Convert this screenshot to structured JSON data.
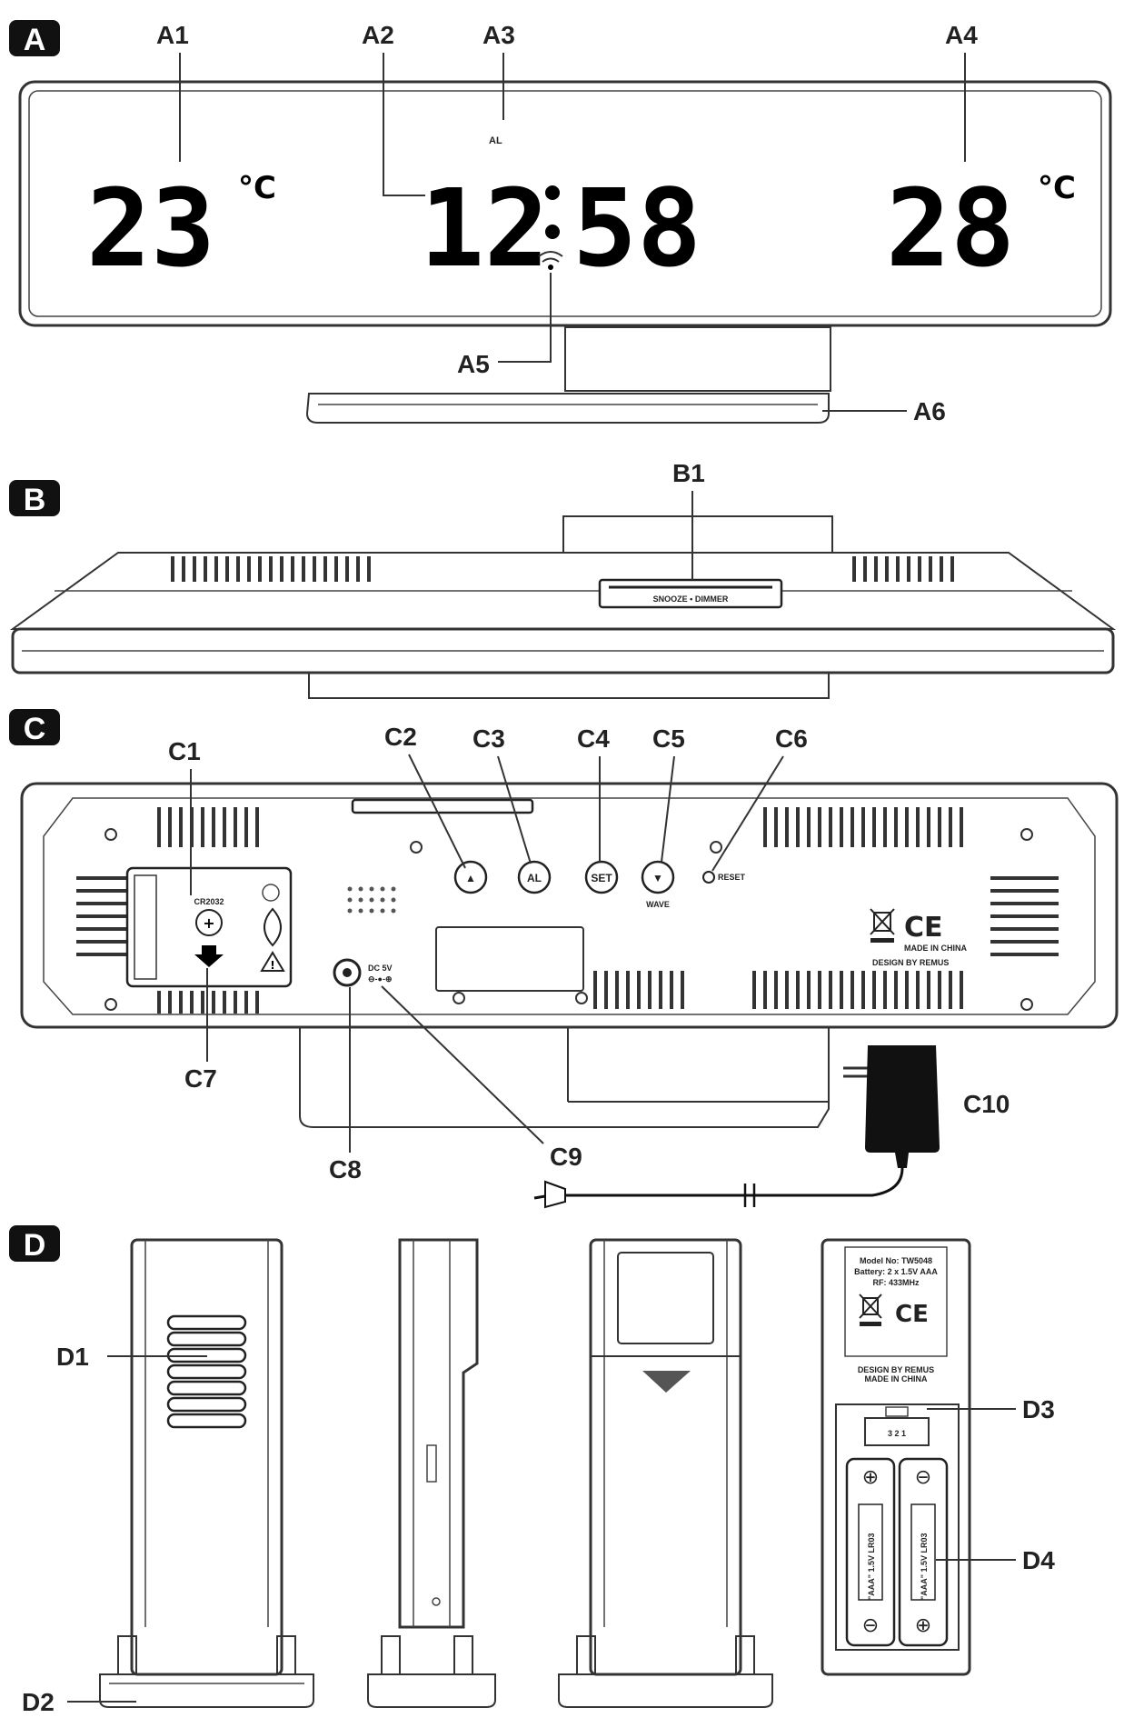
{
  "sections": {
    "a": "A",
    "b": "B",
    "c": "C",
    "d": "D"
  },
  "display": {
    "indoor_temp": "23",
    "indoor_unit": "°C",
    "time_hours": "12",
    "time_minutes": "58",
    "alarm_indicator": "AL",
    "outdoor_temp": "28",
    "outdoor_unit": "°C"
  },
  "callouts": {
    "a1": "A1",
    "a2": "A2",
    "a3": "A3",
    "a4": "A4",
    "a5": "A5",
    "a6": "A6",
    "b1": "B1",
    "c1": "C1",
    "c2": "C2",
    "c3": "C3",
    "c4": "C4",
    "c5": "C5",
    "c6": "C6",
    "c7": "C7",
    "c8": "C8",
    "c9": "C9",
    "c10": "C10",
    "d1": "D1",
    "d2": "D2",
    "d3": "D3",
    "d4": "D4"
  },
  "top_view": {
    "snooze_label": "SNOOZE • DIMMER"
  },
  "back_panel": {
    "btn_up": "▲",
    "btn_al": "AL",
    "btn_set": "SET",
    "btn_down": "▼",
    "wave_label": "WAVE",
    "reset_label": "RESET",
    "cr_label": "CR2032",
    "dc_label": "DC 5V",
    "made_in": "MADE IN CHINA",
    "design_by": "DESIGN BY REMUS",
    "ce": "CE"
  },
  "sensor": {
    "model": "Model No: TW5048",
    "battery": "Battery: 2 x 1.5V AAA",
    "rf": "RF: 433MHz",
    "ce": "CE",
    "design_by": "DESIGN BY REMUS",
    "made_in": "MADE IN CHINA",
    "channel": "3 2 1",
    "battery_left": "\"AAA\" 1.5V LR03",
    "battery_right": "\"AAA\" 1.5V LR03",
    "plus": "⊕",
    "minus": "⊖"
  }
}
